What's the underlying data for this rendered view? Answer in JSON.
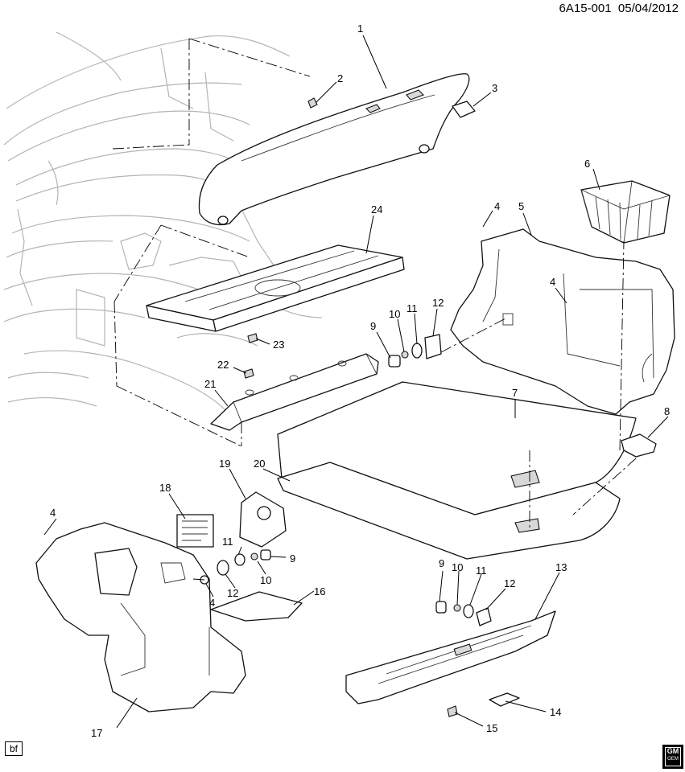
{
  "header": {
    "diagram_id": "6A15-001",
    "date": "05/04/2012"
  },
  "footer": {
    "tag": "bf",
    "logo_text": "GM",
    "logo_sub": "OEM"
  },
  "callouts": [
    "1",
    "2",
    "3",
    "6",
    "4",
    "5",
    "24",
    "4",
    "23",
    "9",
    "10",
    "11",
    "12",
    "22",
    "21",
    "7",
    "8",
    "19",
    "20",
    "18",
    "4",
    "11",
    "9",
    "12",
    "10",
    "4",
    "16",
    "9",
    "10",
    "11",
    "12",
    "13",
    "17",
    "14",
    "15"
  ]
}
